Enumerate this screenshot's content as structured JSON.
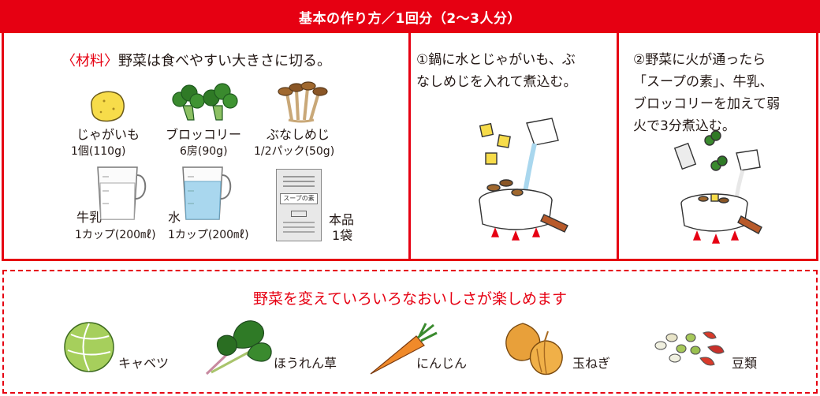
{
  "header": {
    "title": "基本の作り方／1回分（2〜3人分）"
  },
  "materials": {
    "label": "〈材料〉",
    "instruction": "野菜は食べやすい大きさに切る。",
    "items": [
      {
        "name": "じゃがいも",
        "amount": "1個(110g)",
        "icon": "potato-icon"
      },
      {
        "name": "ブロッコリー",
        "amount": "6房(90g)",
        "icon": "broccoli-icon"
      },
      {
        "name": "ぶなしめじ",
        "amount": "1/2パック(50g)",
        "icon": "shimeji-icon"
      },
      {
        "name": "牛乳",
        "amount": "1カップ(200㎖)",
        "icon": "milk-cup-icon"
      },
      {
        "name": "水",
        "amount": "1カップ(200㎖)",
        "icon": "water-cup-icon"
      },
      {
        "name": "本品",
        "amount": "1袋",
        "icon": "soup-packet-icon"
      }
    ],
    "packet_text": "スープの素"
  },
  "steps": [
    {
      "text_lines": [
        "①鍋に水とじゃがいも、ぶ",
        "なしめじを入れて煮込む。"
      ],
      "icon": "pot-simmer-icon"
    },
    {
      "text_lines": [
        "②野菜に火が通ったら",
        "「スープの素」、牛乳、",
        "ブロッコリーを加えて弱",
        "火で3分煮込む。"
      ],
      "icon": "pot-add-icon"
    }
  ],
  "variations": {
    "title": "野菜を変えていろいろなおいしさが楽しめます",
    "items": [
      {
        "name": "キャベツ",
        "icon": "cabbage-icon"
      },
      {
        "name": "ほうれん草",
        "icon": "spinach-icon"
      },
      {
        "name": "にんじん",
        "icon": "carrot-icon"
      },
      {
        "name": "玉ねぎ",
        "icon": "onion-icon"
      },
      {
        "name": "豆類",
        "icon": "beans-icon"
      }
    ]
  },
  "colors": {
    "accent": "#e60012",
    "text": "#231815"
  }
}
